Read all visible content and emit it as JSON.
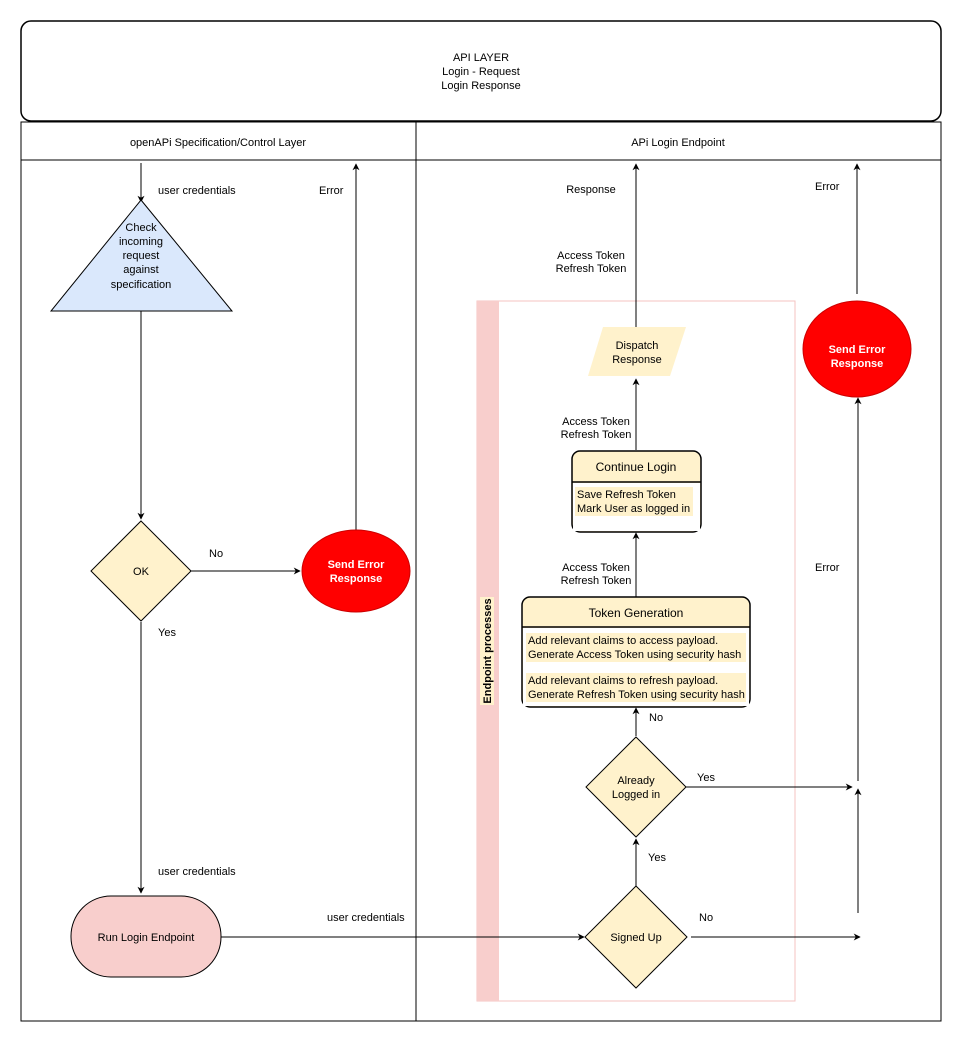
{
  "header": {
    "lines": [
      "API LAYER",
      "Login - Request",
      "Login Response"
    ]
  },
  "lanes": {
    "left_title": "openAPi Specification/Control Layer",
    "right_title": "APi Login Endpoint"
  },
  "group": {
    "title": "Endpoint processes"
  },
  "nodes": {
    "check": {
      "lines": [
        "Check",
        "incoming",
        "request",
        "against",
        "specification"
      ]
    },
    "ok": {
      "label": "OK"
    },
    "send_error_left": {
      "lines": [
        "Send Error",
        "Response"
      ]
    },
    "run_login": {
      "label": "Run Login Endpoint"
    },
    "signed_up": {
      "label": "Signed Up"
    },
    "already_logged": {
      "lines": [
        "Already",
        "Logged in"
      ]
    },
    "token_generation": {
      "title": "Token Generation",
      "lines": [
        "Add relevant claims to access payload.",
        "Generate Access Token using security hash",
        "Add relevant claims to refresh payload.",
        "Generate Refresh Token using security hash"
      ]
    },
    "continue_login": {
      "title": "Continue Login",
      "lines": [
        "Save Refresh Token",
        "Mark User as logged in"
      ]
    },
    "dispatch": {
      "lines": [
        "Dispatch",
        "Response"
      ]
    },
    "send_error_right": {
      "lines": [
        "Send Error",
        "Response"
      ]
    }
  },
  "edge_labels": {
    "user_credentials_top": "user credentials",
    "error_left": "Error",
    "no_ok": "No",
    "yes_ok": "Yes",
    "user_credentials_mid": "user credentials",
    "user_credentials_cross": "user credentials",
    "no_signed": "No",
    "yes_signed": "Yes",
    "yes_already": "Yes",
    "no_already": "No",
    "access_refresh_1": [
      "Access Token",
      "Refresh Token"
    ],
    "access_refresh_2": [
      "Access Token",
      "Refresh Token"
    ],
    "access_refresh_3": [
      "Access Token",
      "Refresh Token"
    ],
    "response": "Response",
    "error_right_top": "Error",
    "error_right_mid": "Error"
  },
  "colors": {
    "triangle": "#dae8fc",
    "diamond": "#fff2cc",
    "error": "#ff0000",
    "terminal": "#f8cecc",
    "group_bar": "#f8cecc",
    "highlight": "#fff2cc"
  }
}
